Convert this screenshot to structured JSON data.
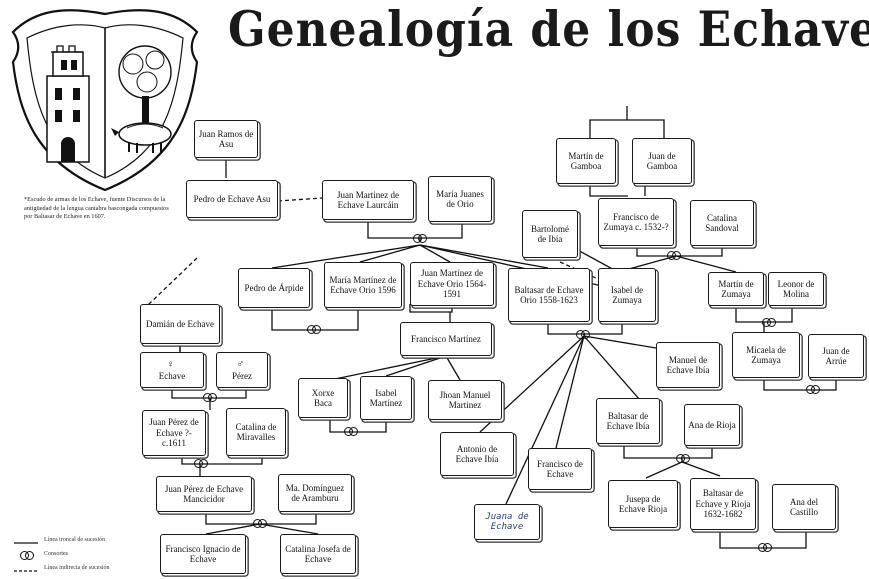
{
  "title": "Genealogía de los Echave",
  "caption": "*Escudo de armas de los Echave, fuente Discursos de la antigüedad de la lengua cantabra bascongada compuestos por Baltasar de Echave en 1607.",
  "legend": {
    "trunk_line": "Línea troncal de sucesión",
    "consorts": "Consortes",
    "indirect_line": "Línea indirecta de sucesión"
  },
  "symbols": {
    "female": "♀",
    "male": "♂"
  },
  "nodes": {
    "juan_ramos": "Juan Ramos de Asu",
    "pedro_asu": "Pedro de Echave Asu",
    "juan_martinez_laurcain": "Juan Martinez de Echave Laurcáin",
    "maria_juanes": "María Juanes de Orio",
    "martin_gamboa": "Martín de Gamboa",
    "juan_gamboa": "Juan de Gamboa",
    "bartolome": "Bartolomé de Ibía",
    "francisco_zumaya": "Francisco de Zumaya c. 1532-?",
    "catalina_sandoval": "Catalina Sandoval",
    "pedro_arpide": "Pedro de Árpide",
    "maria_martinez_orio": "María Martínez de Echave Orio 1596",
    "juan_martinez_orio": "Juan Martínez de Echave Orio 1564-1591",
    "baltasar_orio": "Baltasar de Echave Orio 1558-1623",
    "isabel_zumaya": "Isabel de Zumaya",
    "martin_zumaya": "Martín de Zumaya",
    "leonor_molina": "Leonor de Molina",
    "damian": "Damián de Echave",
    "echave_f": "Echave",
    "perez_m": "Pérez",
    "francisco_martinez": "Francisco Martínez",
    "manuel_ibia": "Manuel de Echave Ibía",
    "micaela_zumaya": "Micaela de Zumaya",
    "juan_arrue": "Juan de Arrúe",
    "xorxe_baca": "Xorxe Baca",
    "isabel_martinez": "Isabel Martínez",
    "jhoan_manuel": "Jhoan Manuel Martinez",
    "juan_perez_echave": "Juan Pérez de Echave ?-c.1611",
    "catalina_miravalles": "Catalina de Miravalles",
    "baltasar_ibia": "Baltasar de Echave Ibía",
    "ana_rioja": "Ana de Rioja",
    "antonio_ibia": "Antonio de Echave Ibía",
    "francisco_echave": "Francisco de Echave",
    "juan_perez_mancicidor": "Juan Pérez de Echave Mancicidor",
    "ma_dominguez": "Ma. Domínguez de Aramburu",
    "juana_echave": "Juana de Echave",
    "jusepa_rioja": "Jusepa de Echave Rioja",
    "baltasar_rioja": "Baltasar de Echave y Rioja 1632-1682",
    "ana_castillo": "Ana del Castillo",
    "francisco_ignacio": "Francisco Ignacio de Echave",
    "catalina_josefa": "Catalina Josefa de Echave"
  }
}
